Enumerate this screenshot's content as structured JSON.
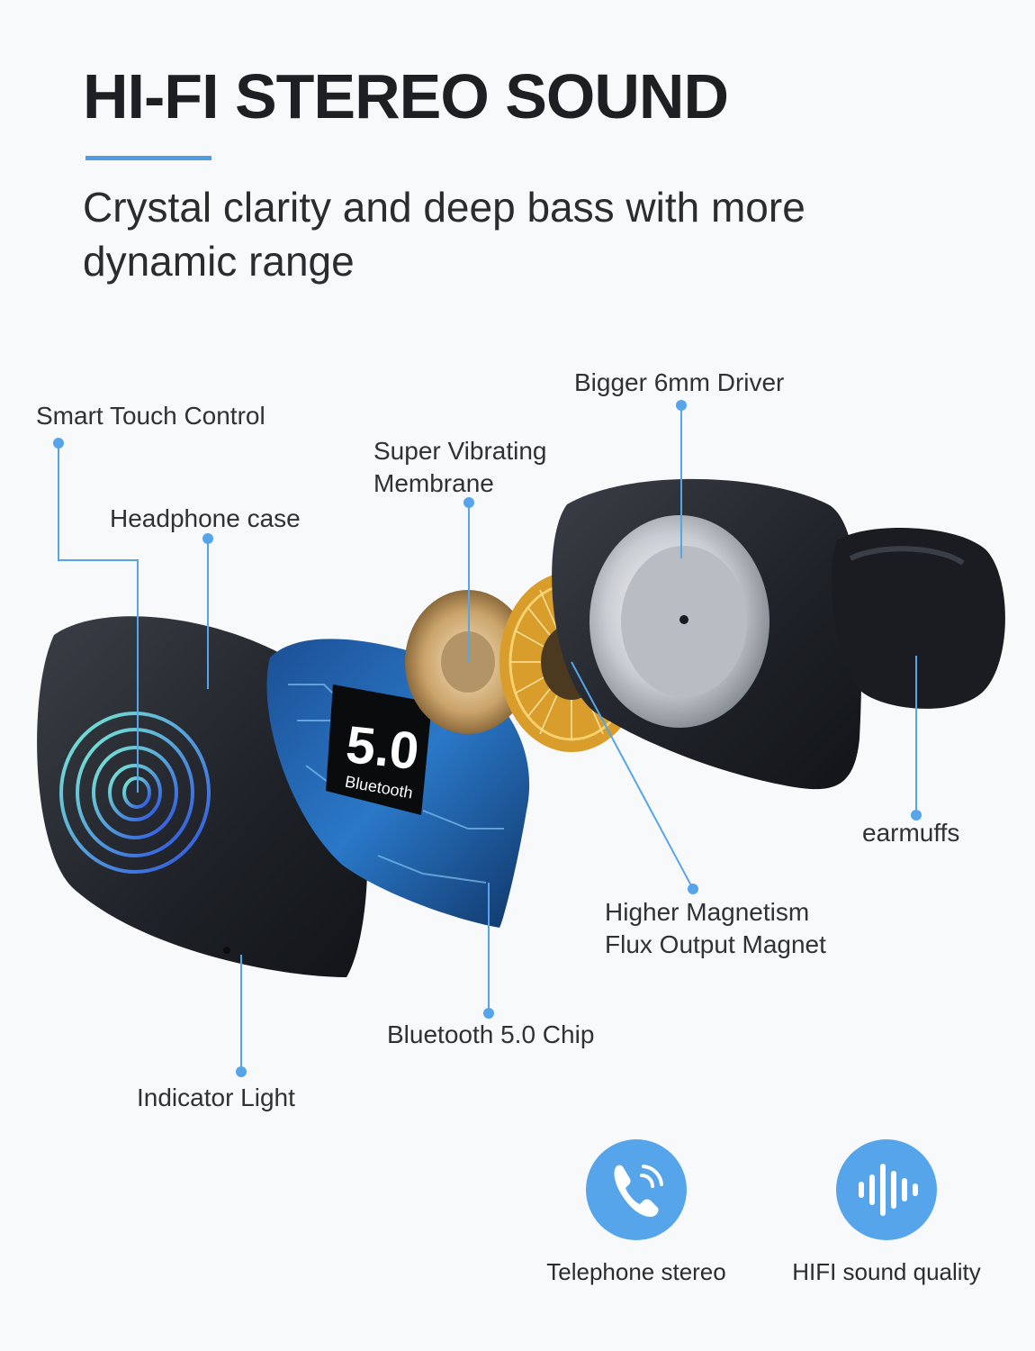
{
  "header": {
    "title": "HI-FI STEREO SOUND",
    "subtitle": "Crystal clarity and deep bass with more dynamic range",
    "accent_color": "#4e9de0"
  },
  "callouts": {
    "smart_touch": "Smart Touch Control",
    "headphone_case": "Headphone case",
    "membrane_line1": "Super Vibrating",
    "membrane_line2": "Membrane",
    "driver": "Bigger 6mm Driver",
    "earmuffs": "earmuffs",
    "magnet_line1": "Higher Magnetism",
    "magnet_line2": "Flux Output Magnet",
    "chip": "Bluetooth 5.0 Chip",
    "indicator": "Indicator Light"
  },
  "chip_display": {
    "version": "5.0",
    "brand": "Bluetooth"
  },
  "features": [
    {
      "icon": "phone-sound-icon",
      "label": "Telephone stereo"
    },
    {
      "icon": "sound-wave-icon",
      "label": "HIFI sound quality"
    }
  ],
  "colors": {
    "line": "#56a5ea",
    "icon_bg": "#56a5ea",
    "shell": "#1f2228",
    "circuit": "#1f5fa8"
  }
}
